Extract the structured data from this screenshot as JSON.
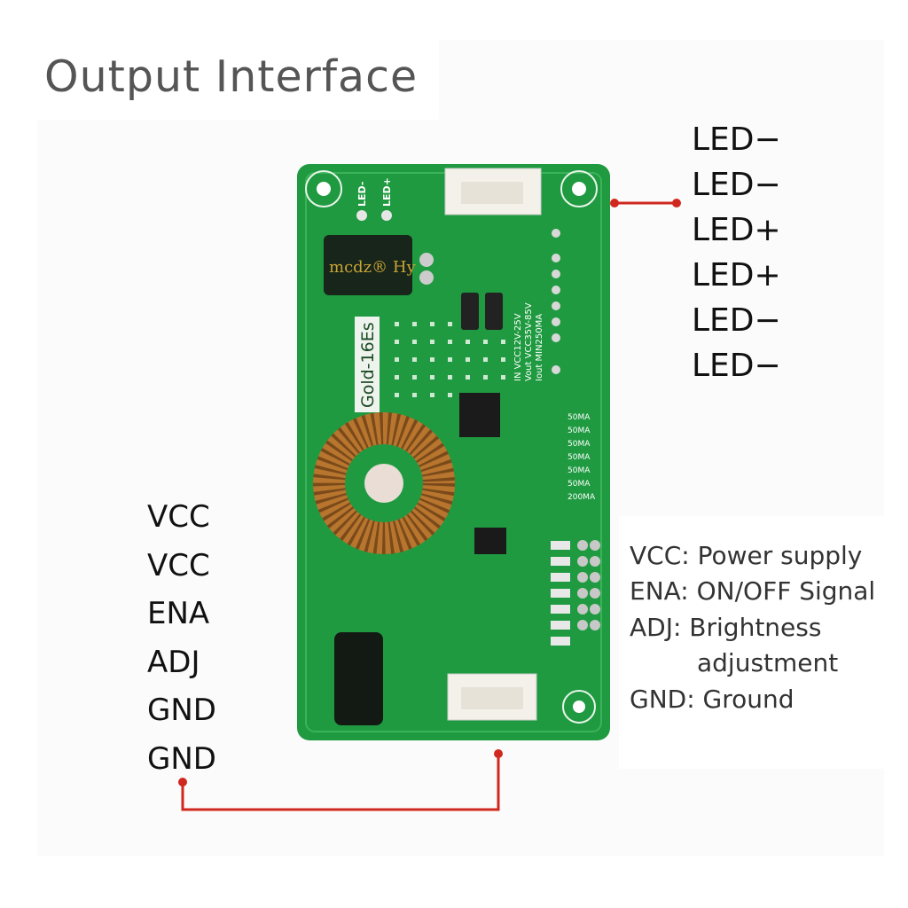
{
  "title": "Output Interface",
  "output_pins": [
    "LED−",
    "LED−",
    "LED+",
    "LED+",
    "LED−",
    "LED−"
  ],
  "input_pins": [
    "VCC",
    "VCC",
    "ENA",
    "ADJ",
    "GND",
    "GND"
  ],
  "legend": [
    "VCC: Power supply",
    "ENA: ON/OFF Signal",
    "ADJ: Brightness",
    "adjustment",
    "GND: Ground"
  ],
  "board": {
    "model": "Gold-16Es",
    "spec_lines": [
      "IN VCC12V-25V",
      "Vout VCC35V-85V",
      "Iout MIN250MA"
    ],
    "jumpers": [
      "50MA",
      "50MA",
      "50MA",
      "50MA",
      "50MA",
      "50MA",
      "200MA"
    ],
    "silk_led_minus": "LED-",
    "silk_led_plus": "LED+"
  },
  "colors": {
    "pcb": "#1f9a40",
    "wire": "#d0281e",
    "text": "#111111"
  }
}
